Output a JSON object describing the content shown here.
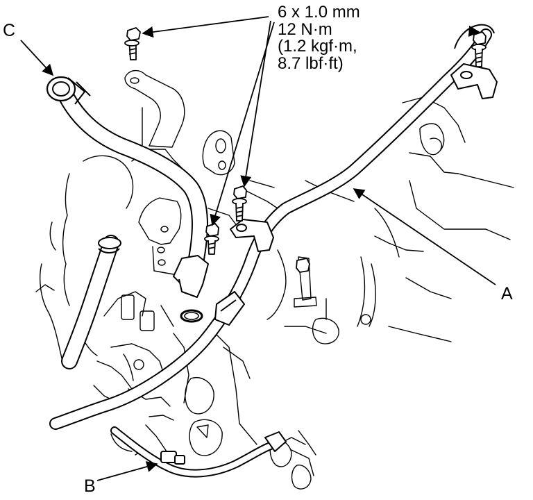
{
  "callouts": {
    "c": "C",
    "a": "A",
    "b": "B"
  },
  "torque_spec": {
    "line1": "6 x 1.0 mm",
    "line2": "12 N·m",
    "line3": "(1.2 kgf·m,",
    "line4": "8.7 lbf·ft)"
  },
  "colors": {
    "ink": "#000000",
    "paper": "#ffffff"
  }
}
